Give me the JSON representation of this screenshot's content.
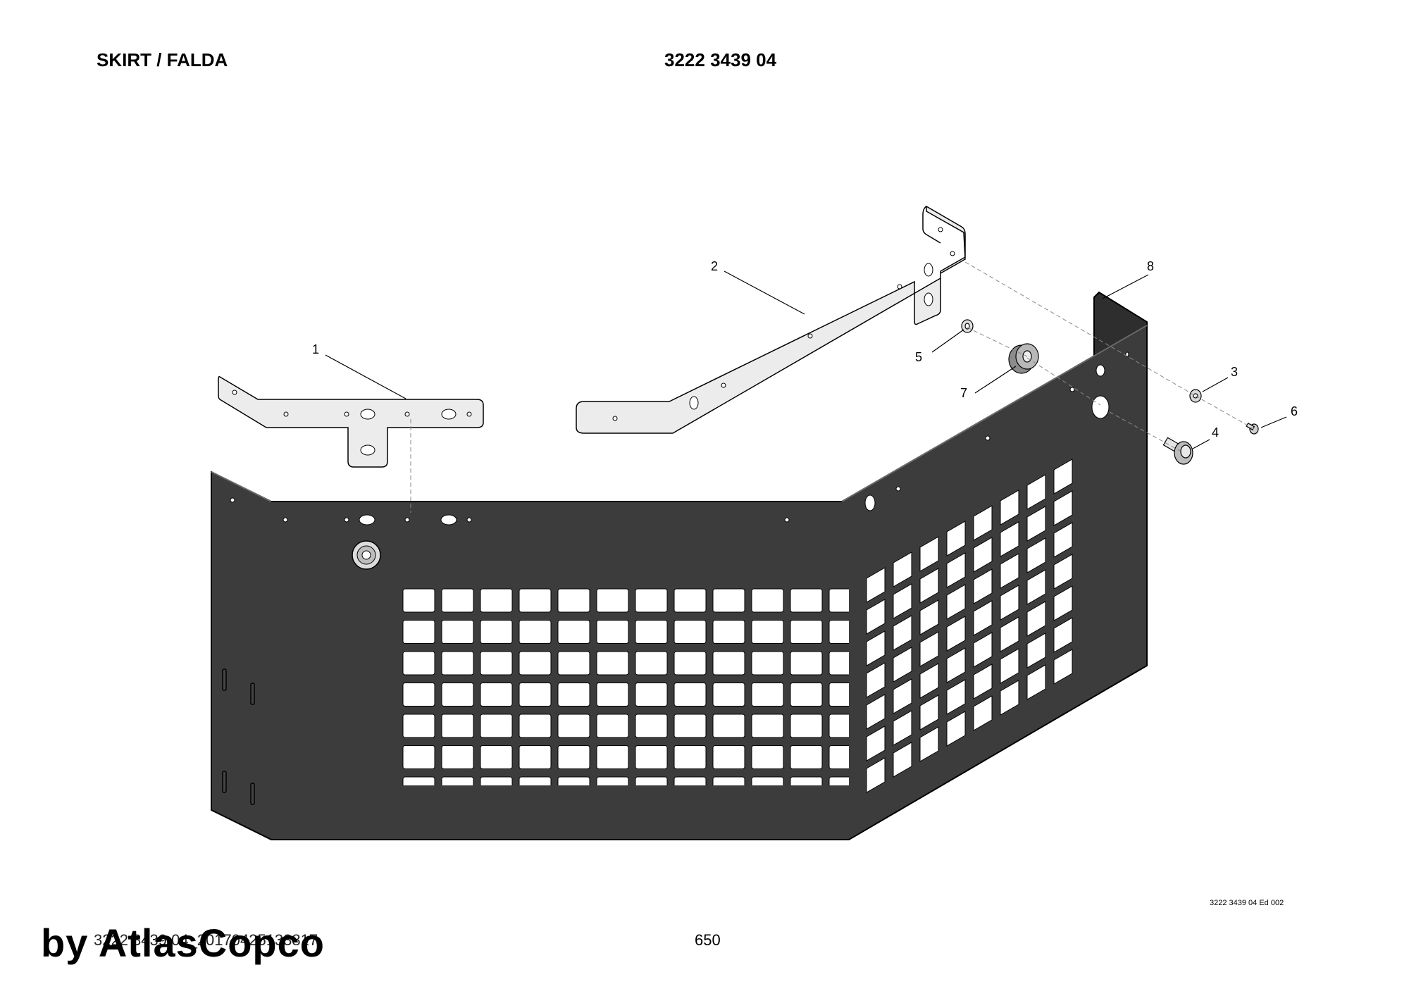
{
  "header": {
    "title": "SKIRT / FALDA",
    "part_number": "3222 3439 04"
  },
  "callouts": [
    "1",
    "2",
    "3",
    "4",
    "5",
    "6",
    "7",
    "8"
  ],
  "footer": {
    "edition": "3222 3439 04 Ed 002",
    "document_id": "3222 3439 04_20170425133817",
    "page_number": "650",
    "watermark": "by AtlasCopco"
  },
  "colors": {
    "panel": "#3c3c3c",
    "bracket": "#ececec",
    "line": "#000000"
  }
}
